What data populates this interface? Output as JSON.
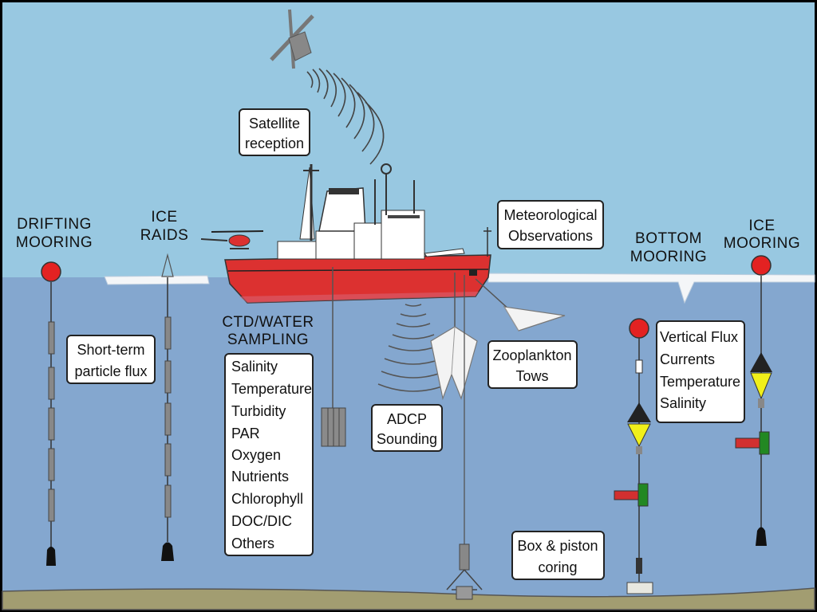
{
  "headings": {
    "drifting_mooring": [
      "DRIFTING",
      "MOORING"
    ],
    "ice_raids": [
      "ICE",
      "RAIDS"
    ],
    "ctd_water_sampling": [
      "CTD/WATER",
      "SAMPLING"
    ],
    "bottom_mooring": [
      "BOTTOM",
      "MOORING"
    ],
    "ice_mooring": [
      "ICE",
      "MOORING"
    ]
  },
  "boxes": {
    "satellite": [
      "Satellite",
      "reception"
    ],
    "meteorological": [
      "Meteorological",
      "Observations"
    ],
    "particle_flux": [
      "Short-term",
      "particle flux"
    ],
    "ctd_list": [
      "Salinity",
      "Temperature",
      "Turbidity",
      "PAR",
      "Oxygen",
      "Nutrients",
      "Chlorophyll",
      "DOC/DIC",
      "Others"
    ],
    "zooplankton": [
      "Zooplankton",
      "Tows"
    ],
    "adcp": [
      "ADCP",
      "Sounding"
    ],
    "vertical_flux": [
      "Vertical Flux",
      "Currents",
      "Temperature",
      "Salinity"
    ],
    "coring": [
      "Box & piston",
      "coring"
    ]
  },
  "colors": {
    "sky": "#98c8e1",
    "sea": "#84a7cf",
    "seabed": "#a29d71",
    "hull": "#dc3130",
    "buoy": "#e32222",
    "trap_yellow": "#f0ef1a"
  }
}
